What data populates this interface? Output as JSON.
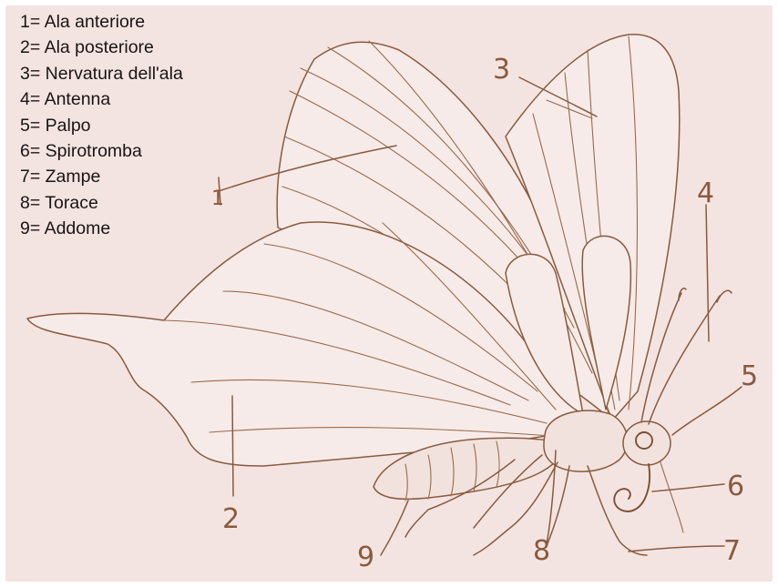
{
  "legend": {
    "items": [
      "1= Ala anteriore",
      "2= Ala posteriore",
      "3= Nervatura dell'ala",
      "4= Antenna",
      "5= Palpo",
      "6= Spirotromba",
      "7= Zampe",
      "8= Torace",
      "9= Addome"
    ]
  },
  "callouts": {
    "n1": "1",
    "n2": "2",
    "n3": "3",
    "n4": "4",
    "n5": "5",
    "n6": "6",
    "n7": "7",
    "n8": "8",
    "n9": "9"
  },
  "colors": {
    "background": "#f3e4e1",
    "ink": "#8a5a3e",
    "text": "#1a1414"
  }
}
